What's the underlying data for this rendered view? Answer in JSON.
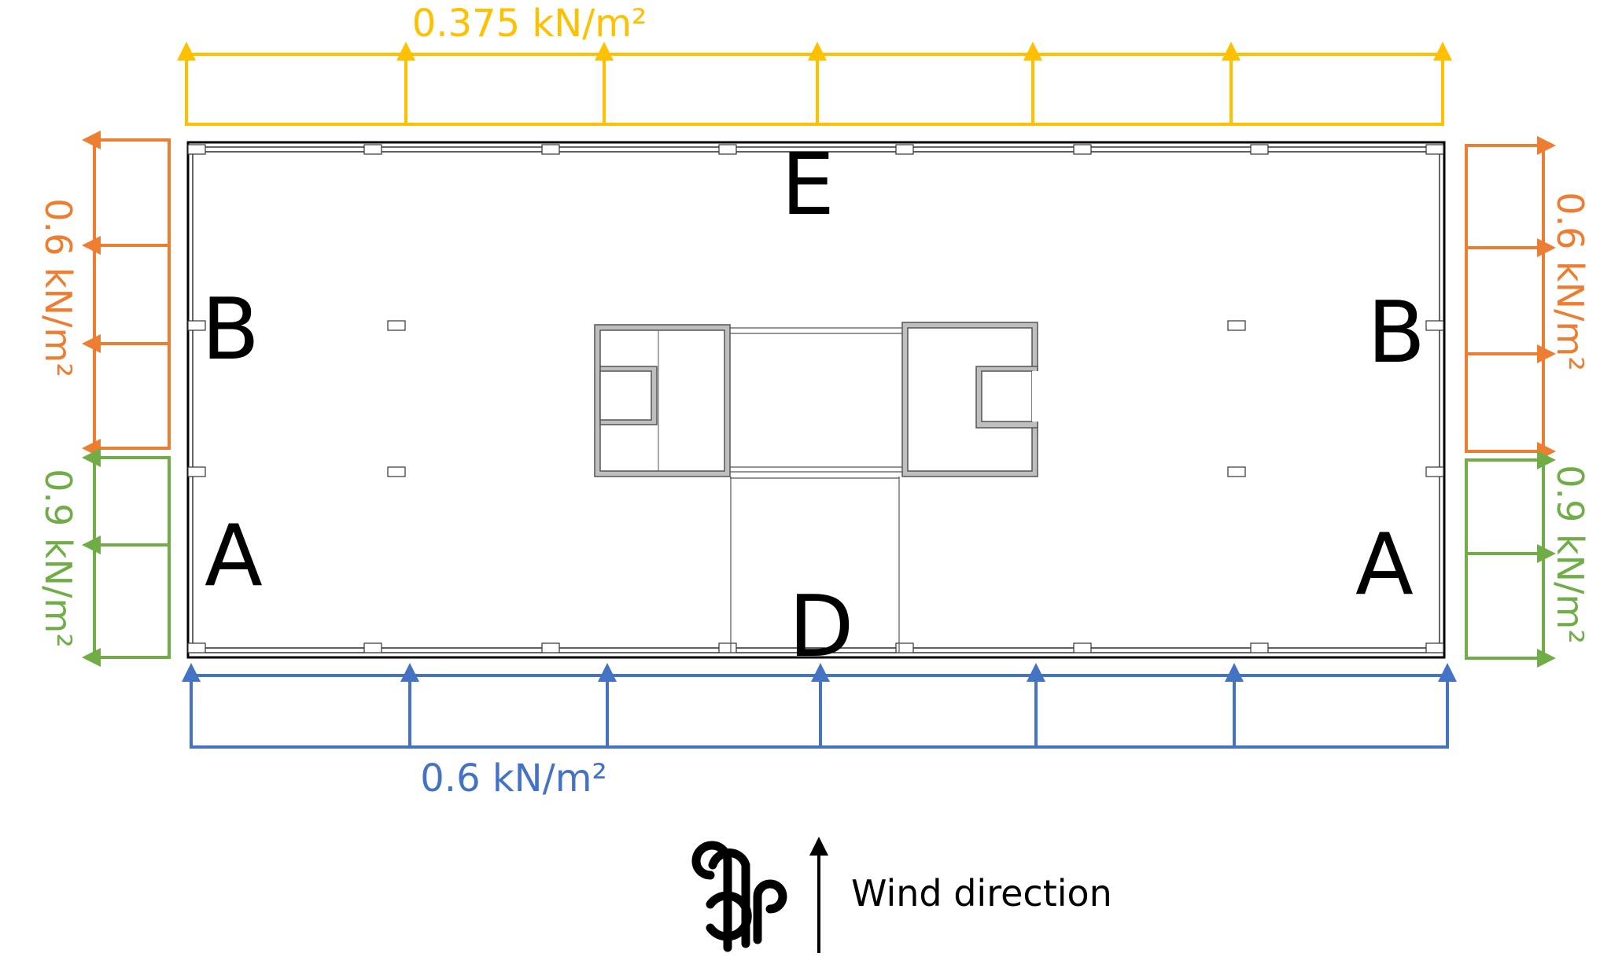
{
  "colors": {
    "top_load": "#FFC000",
    "side_b_load": "#ED7D31",
    "side_a_load": "#70AD47",
    "bottom_load": "#4472C4",
    "structure": "#000000",
    "core_fill": "#BFBFBF"
  },
  "loads": {
    "top": {
      "label": "0.375 kN/m²",
      "direction": "up"
    },
    "left_b": {
      "label": "0.6 kN/m²",
      "direction": "left"
    },
    "left_a": {
      "label": "0.9 kN/m²",
      "direction": "left"
    },
    "right_b": {
      "label": "0.6 kN/m²",
      "direction": "right"
    },
    "right_a": {
      "label": "0.9 kN/m²",
      "direction": "right"
    },
    "bottom": {
      "label": "0.6 kN/m²",
      "direction": "up"
    }
  },
  "zones": {
    "e": "E",
    "b_left": "B",
    "b_right": "B",
    "a_left": "A",
    "a_right": "A",
    "d": "D"
  },
  "legend": {
    "icon": "wind-icon",
    "arrow": "up-arrow",
    "label": "Wind direction"
  }
}
